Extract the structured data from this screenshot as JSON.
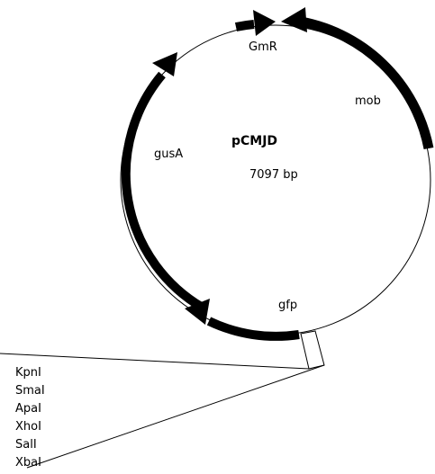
{
  "plasmid": {
    "name": "pCMJD",
    "size": "7097 bp"
  },
  "genes": {
    "gmr": "GmR",
    "mob": "mob",
    "gusa": "gusA",
    "gfp": "gfp"
  },
  "mcs": {
    "sites": [
      "KpnI",
      "SmaI",
      "ApaI",
      "XhoI",
      "SalI",
      "XbaI"
    ]
  }
}
